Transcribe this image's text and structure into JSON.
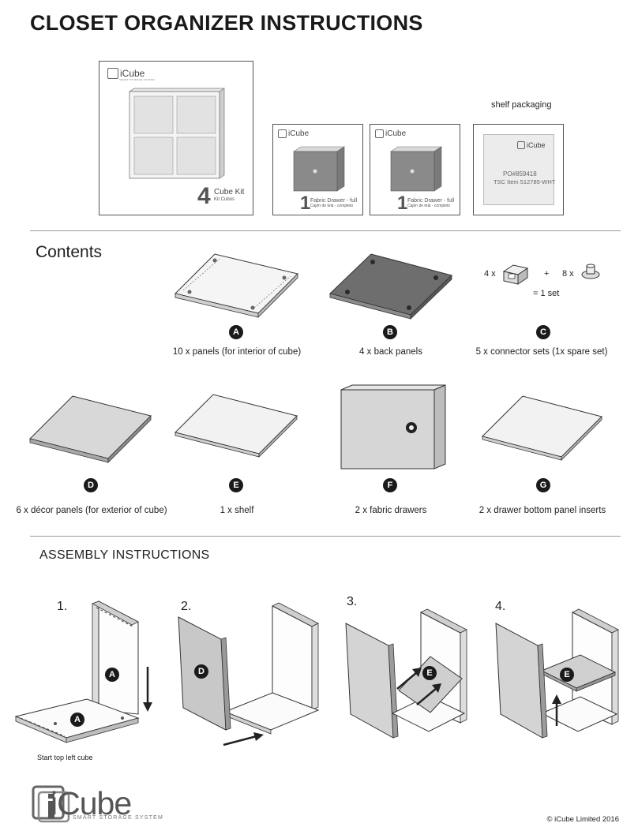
{
  "title": "CLOSET ORGANIZER INSTRUCTIONS",
  "packaging": {
    "cube_kit": {
      "brand": "iCube",
      "brand_sub": "SMART STORAGE SYSTEM",
      "number": "4",
      "name": "Cube Kit",
      "name_es": "Kit Cubos"
    },
    "drawer_1": {
      "brand": "iCube",
      "number": "1",
      "name": "Fabric Drawer - full",
      "name_es": "Cajón de tela - completo"
    },
    "drawer_2": {
      "brand": "iCube",
      "number": "1",
      "name": "Fabric Drawer - full",
      "name_es": "Cajón de tela - completo"
    },
    "shelf": {
      "label": "shelf packaging",
      "brand": "iCube",
      "po": "PO#859418",
      "item": "TSC Item 512785-WHT"
    }
  },
  "contents": {
    "heading": "Contents",
    "connector_formula": {
      "left_qty": "4 x",
      "plus": "+",
      "right_qty": "8 x",
      "result": "= 1 set"
    },
    "items": [
      {
        "letter": "A",
        "caption": "10 x panels (for interior of cube)"
      },
      {
        "letter": "B",
        "caption": "4 x back panels"
      },
      {
        "letter": "C",
        "caption": "5 x connector sets (1x spare set)"
      },
      {
        "letter": "D",
        "caption": "6 x décor panels (for exterior of cube)"
      },
      {
        "letter": "E",
        "caption": "1 x shelf"
      },
      {
        "letter": "F",
        "caption": "2 x fabric drawers"
      },
      {
        "letter": "G",
        "caption": "2 x drawer bottom panel inserts"
      }
    ]
  },
  "assembly": {
    "heading": "ASSEMBLY INSTRUCTIONS",
    "steps": [
      {
        "number": "1.",
        "badges": [
          "A",
          "A"
        ],
        "note": "Start top left cube"
      },
      {
        "number": "2.",
        "badges": [
          "D"
        ]
      },
      {
        "number": "3.",
        "badges": [
          "E"
        ]
      },
      {
        "number": "4.",
        "badges": [
          "E"
        ]
      }
    ]
  },
  "footer": {
    "brand": "iCube",
    "brand_sub": "SMART STORAGE SYSTEM",
    "copyright": "© iCube Limited 2016"
  },
  "colors": {
    "ink": "#1a1a1a",
    "panel_gray": "#6e6e6e",
    "panel_light": "#d8d8d8",
    "panel_mid": "#bdbdbd",
    "rule": "#9a9a9a"
  }
}
